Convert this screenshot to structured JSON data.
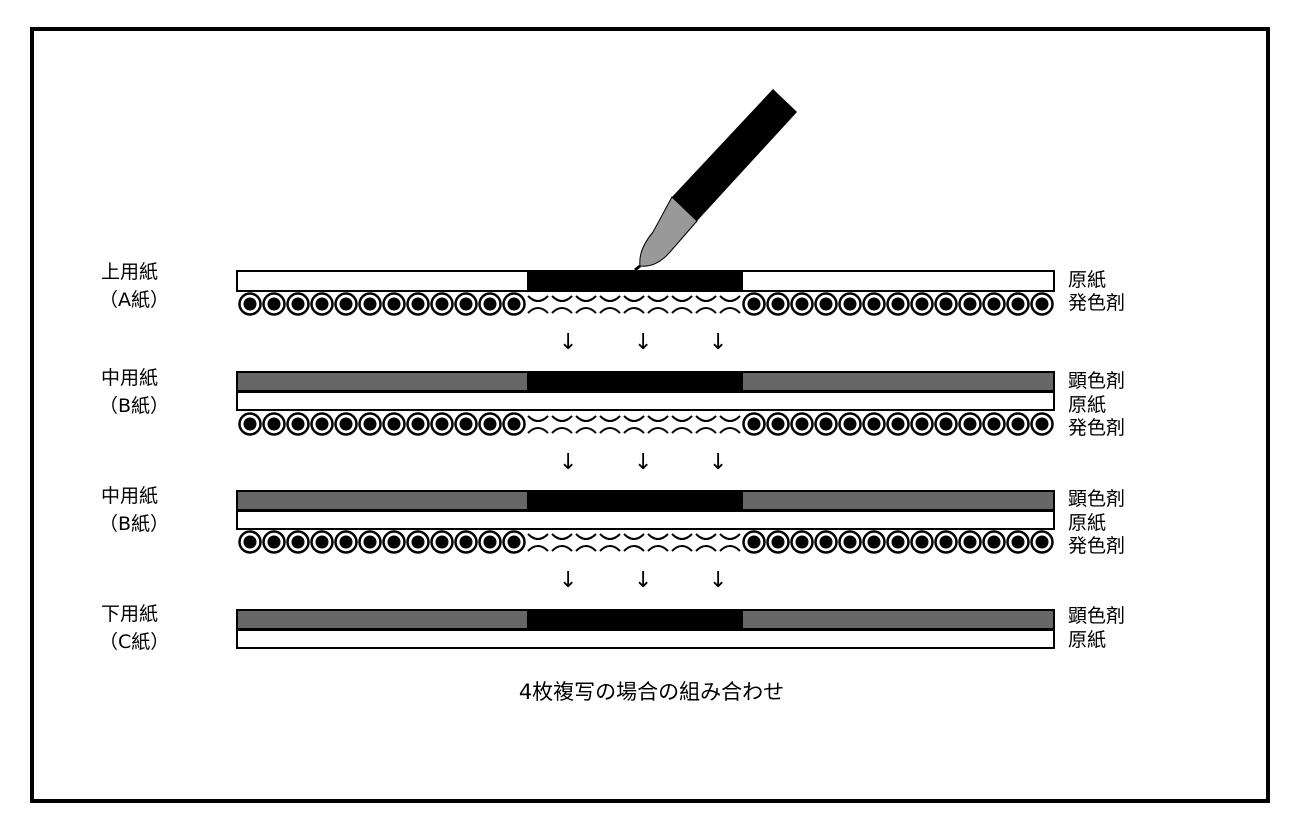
{
  "caption": "4枚複写の場合の組み合わせ",
  "sheets": [
    {
      "name": "上用紙",
      "sub": "（A紙）",
      "layers": [
        "原紙",
        "発色剤"
      ]
    },
    {
      "name": "中用紙",
      "sub": "（B紙）",
      "layers": [
        "顕色剤",
        "原紙",
        "発色剤"
      ]
    },
    {
      "name": "中用紙",
      "sub": "（B紙）",
      "layers": [
        "顕色剤",
        "原紙",
        "発色剤"
      ]
    },
    {
      "name": "下用紙",
      "sub": "（C紙）",
      "layers": [
        "顕色剤",
        "原紙"
      ]
    }
  ],
  "arrow_glyph": "↓",
  "colors": {
    "developer": "#666666",
    "ink": "#000000",
    "paper": "#ffffff",
    "pen_tip": "#999999"
  }
}
